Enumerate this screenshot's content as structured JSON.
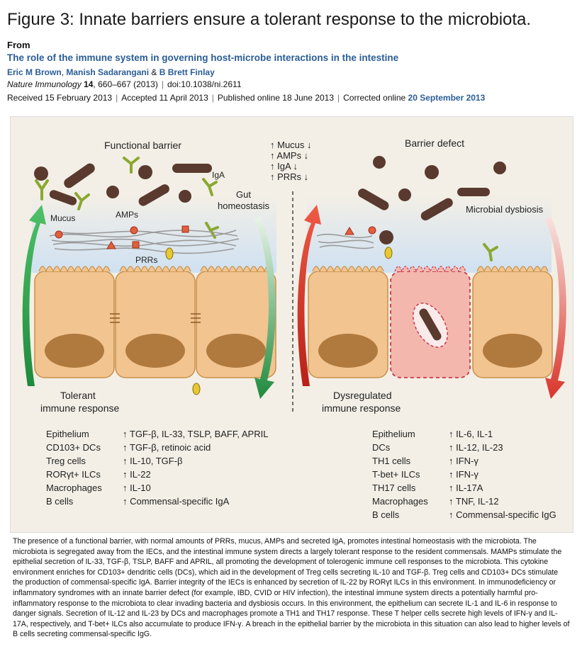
{
  "header": {
    "figure_title": "Figure 3: Innate barriers ensure a tolerant response to the microbiota.",
    "from_label": "From",
    "article_title": "The role of the immune system in governing host-microbe interactions in the intestine",
    "authors": [
      "Eric M Brown",
      "Manish Sadarangani",
      "B Brett Finlay"
    ],
    "author_joiners": [
      ", ",
      " & "
    ],
    "journal": "Nature Immunology",
    "volume": "14",
    "pages": ", 660–667 (2013)",
    "doi": "doi:10.1038/ni.2611",
    "dates": {
      "received": "Received 15 February 2013",
      "accepted": "Accepted 11 April 2013",
      "published": "Published online 18 June 2013",
      "corrected_label": "Corrected online",
      "corrected_date": "20 September 2013"
    }
  },
  "figure": {
    "left_title": "Functional barrier",
    "right_title": "Barrier defect",
    "center_list": [
      "↑ Mucus ↓",
      "↑ AMPs ↓",
      "↑ IgA ↓",
      "↑ PRRs ↓"
    ],
    "labels": {
      "iga": "IgA",
      "gut_homeostasis": [
        "Gut",
        "homeostasis"
      ],
      "mucus": "Mucus",
      "amps": "AMPs",
      "prrs": "PRRs",
      "microbial_dysbiosis": "Microbial dysbiosis",
      "tolerant": [
        "Tolerant",
        "immune response"
      ],
      "dysregulated": [
        "Dysregulated",
        "immune response"
      ]
    },
    "left_table": [
      [
        "Epithelium",
        "↑ TGF-β, IL-33, TSLP, BAFF, APRIL"
      ],
      [
        "CD103+ DCs",
        "↑ TGF-β, retinoic acid"
      ],
      [
        "Treg cells",
        "↑ IL-10, TGF-β"
      ],
      [
        "RORγt+ ILCs",
        "↑ IL-22"
      ],
      [
        "Macrophages",
        "↑ IL-10"
      ],
      [
        "B cells",
        "↑ Commensal-specific IgA"
      ]
    ],
    "right_table": [
      [
        "Epithelium",
        "↑ IL-6, IL-1"
      ],
      [
        "DCs",
        "↑ IL-12, IL-23"
      ],
      [
        "TH1 cells",
        "↑ IFN-γ"
      ],
      [
        "T-bet+ ILCs",
        "↑ IFN-γ"
      ],
      [
        "TH17 cells",
        "↑ IL-17A"
      ],
      [
        "Macrophages",
        "↑ TNF, IL-12"
      ],
      [
        "B cells",
        "↑ Commensal-specific IgG"
      ]
    ],
    "colors": {
      "green_arrow": "#1f8a3c",
      "red_arrow": "#d9342b",
      "cell_fill": "#f2c48f",
      "nucleus": "#b07a3f",
      "bacteria": "#5a3a2e",
      "antibody": "#8aa830",
      "amp": "#e0603a"
    }
  },
  "caption": "The presence of a functional barrier, with normal amounts of PRRs, mucus, AMPs and secreted IgA, promotes intestinal homeostasis with the microbiota. The microbiota is segregated away from the IECs, and the intestinal immune system directs a largely tolerant response to the resident commensals. MAMPs stimulate the epithelial secretion of IL-33, TGF-β, TSLP, BAFF and APRIL, all promoting the development of tolerogenic immune cell responses to the microbiota. This cytokine environment enriches for CD103+ dendritic cells (DCs), which aid in the development of Treg cells secreting IL-10 and TGF-β. Treg cells and CD103+ DCs stimulate the production of commensal-specific IgA. Barrier integrity of the IECs is enhanced by secretion of IL-22 by RORγt ILCs in this environment. In immunodeficiency or inflammatory syndromes with an innate barrier defect (for example, IBD, CVID or HIV infection), the intestinal immune system directs a potentially harmful pro-inflammatory response to the microbiota to clear invading bacteria and dysbiosis occurs. In this environment, the epithelium can secrete IL-1 and IL-6 in response to danger signals. Secretion of IL-12 and IL-23 by DCs and macrophages promote a TH1 and TH17 response. These T helper cells secrete high levels of IFN-γ and IL-17A, respectively, and T-bet+ ILCs also accumulate to produce IFN-γ. A breach in the epithelial barrier by the microbiota in this situation can also lead to higher levels of B cells secreting commensal-specific IgG."
}
